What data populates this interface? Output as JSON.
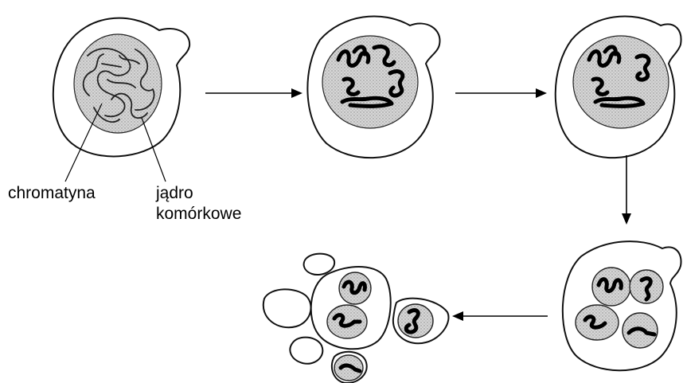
{
  "labels": {
    "chromatin": "chromatyna",
    "nucleus_line1": "jądro",
    "nucleus_line2": "komórkowe"
  },
  "colors": {
    "outline": "#111111",
    "nucleus_fill": "#c8c8c8",
    "chromosome": "#000000",
    "background": "#ffffff"
  }
}
